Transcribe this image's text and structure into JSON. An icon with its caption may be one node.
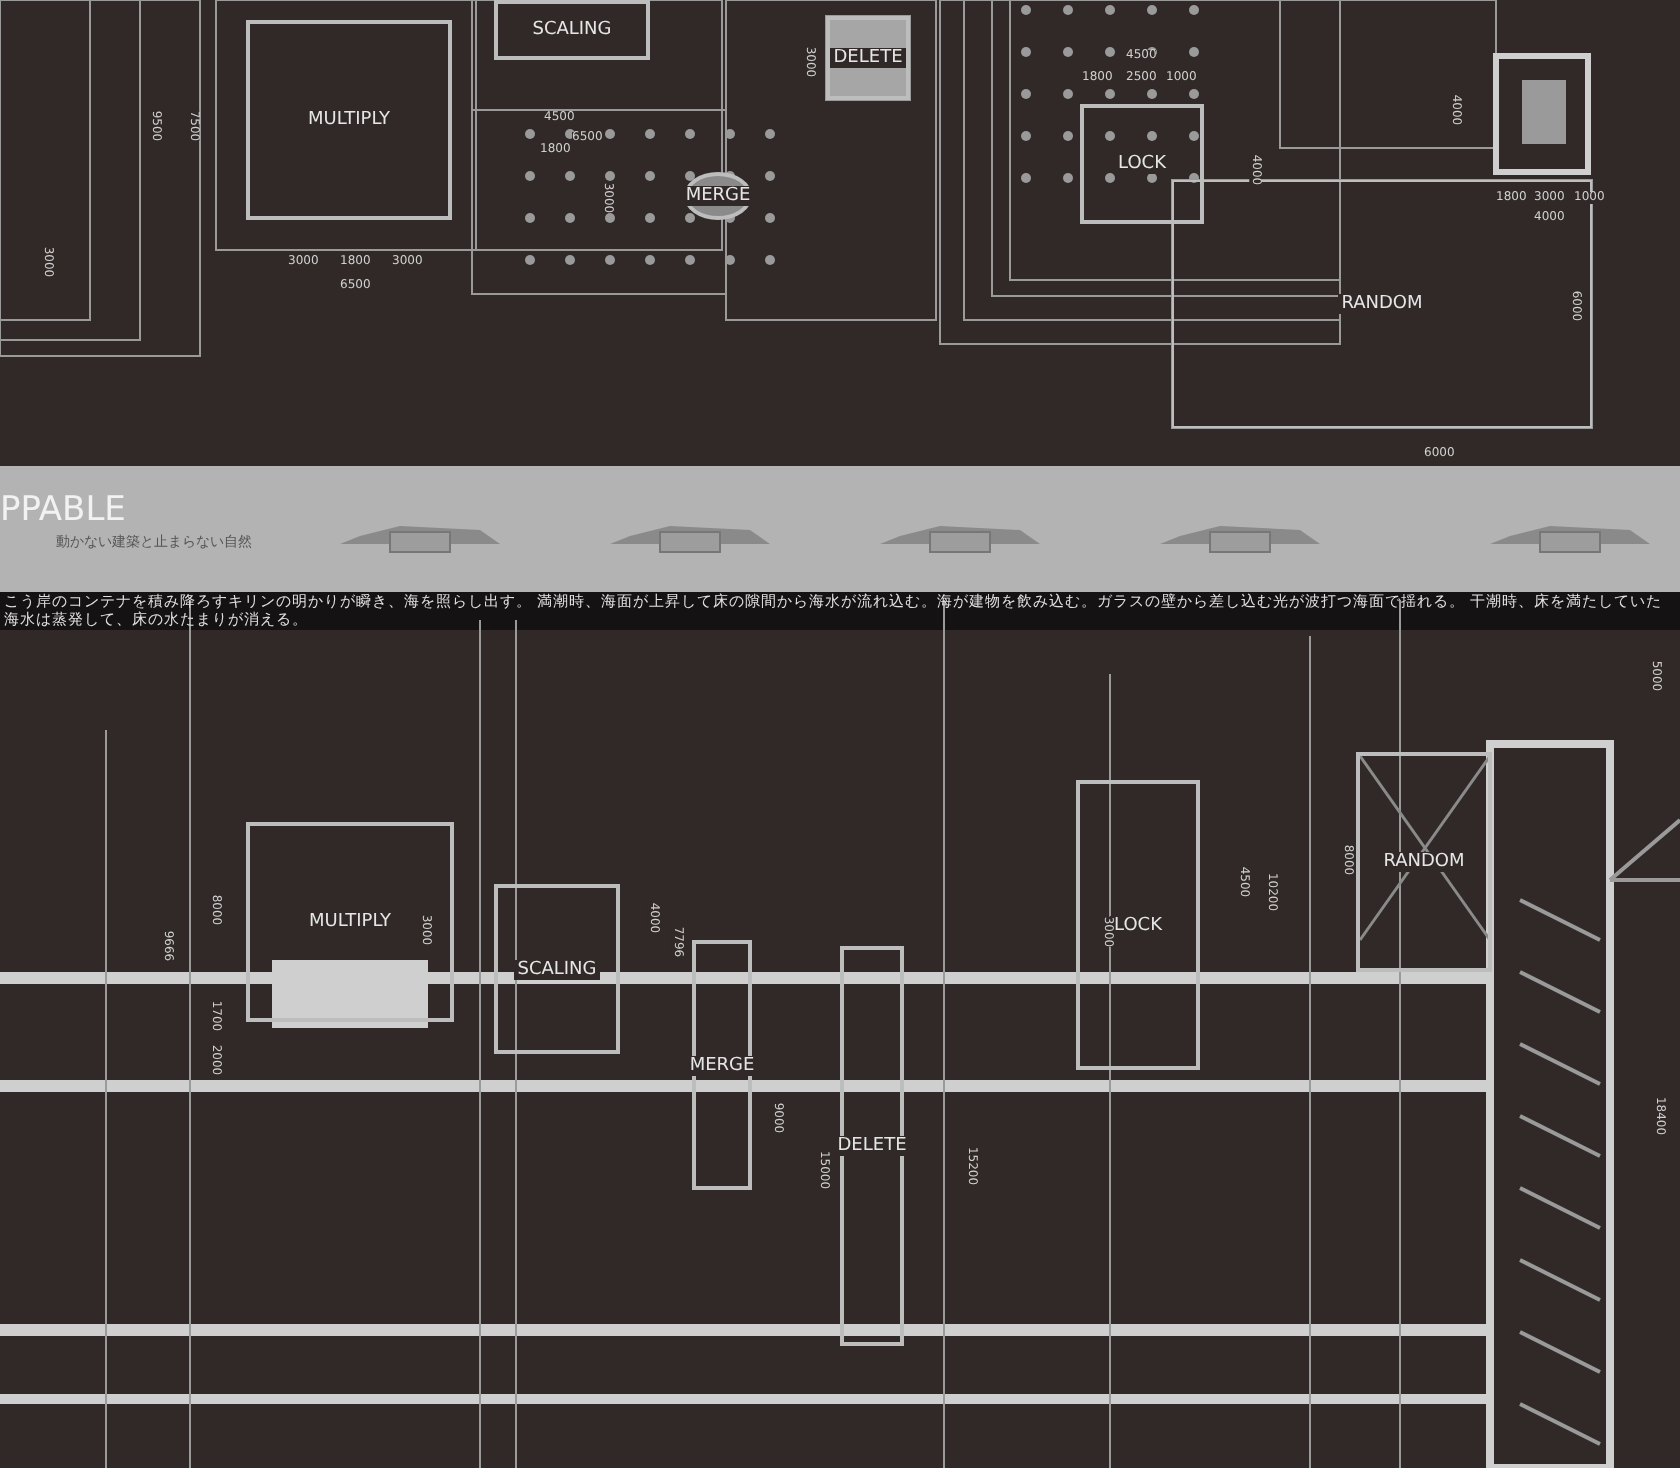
{
  "diagram": {
    "title": "PPABLE",
    "caption": "動かない建築と止まらない自然",
    "nodes": [
      {
        "text": [
          "MULTIPLY"
        ]
      },
      {
        "text": [
          "SCALING"
        ]
      },
      {
        "text": [
          "MERGE"
        ]
      },
      {
        "text": [
          "DELETE"
        ]
      },
      {
        "text": [
          "LOCK"
        ]
      },
      {
        "text": [
          "RANDOM"
        ]
      },
      {
        "text": [
          "MULTIPLY"
        ]
      },
      {
        "text": [
          "SCALING"
        ]
      },
      {
        "text": [
          "MERGE"
        ]
      },
      {
        "text": [
          "DELETE"
        ]
      },
      {
        "text": [
          "LOCK"
        ]
      },
      {
        "text": [
          "RANDOM"
        ]
      }
    ],
    "labels": [
      "9500",
      "7500",
      "3000",
      "3000",
      "1800",
      "3000",
      "6500",
      "4500",
      "6500",
      "1800",
      "3000",
      "3000",
      "4500",
      "1800",
      "2500",
      "1000",
      "4000",
      "4000",
      "1800",
      "3000",
      "1000",
      "4000",
      "6000",
      "6000",
      "こう岸のコンテナを積み降ろすキリンの明かりが瞬き、海を照らし出す。 満潮時、海面が上昇して床の隙間から海水が流れ込む。海が建物を飲み込む。ガラスの壁から差し込む光が波打つ海面で揺れる。 干潮時、床を満たしていた海水は蒸発して、床の水たまりが消える。",
      "5000",
      "9666",
      "8000",
      "1700",
      "2000",
      "3000",
      "4000",
      "7796",
      "9000",
      "15000",
      "15200",
      "3000",
      "4500",
      "10200",
      "8000",
      "18400"
    ]
  }
}
